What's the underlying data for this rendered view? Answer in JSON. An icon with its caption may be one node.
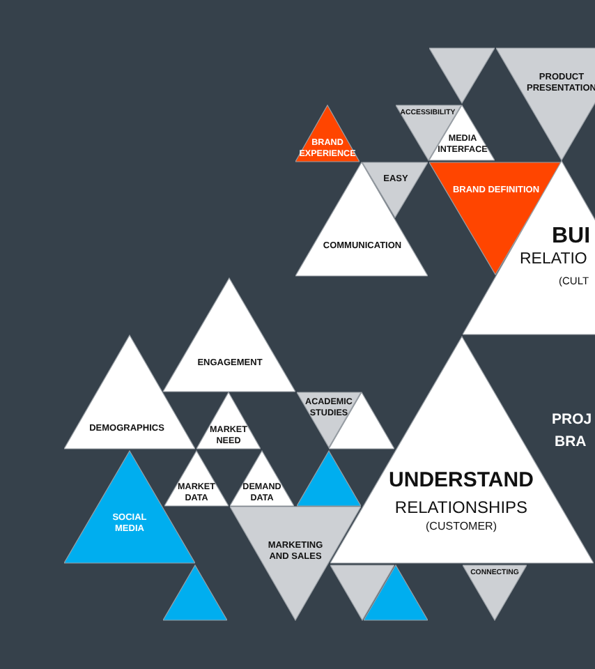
{
  "diagram": {
    "nodes": [
      {
        "text": [],
        "shape": "triangle"
      },
      {
        "text": [
          "PRODUCT PRESENTATION"
        ]
      },
      {
        "text": [
          "ACCESSIBILITY"
        ]
      },
      {
        "text": [
          "MEDIA INTERFACE"
        ]
      },
      {
        "text": [
          "BRAND EXPERIENCE"
        ]
      },
      {
        "text": [
          "EASY"
        ]
      },
      {
        "text": [
          "BRAND DEFINITION"
        ]
      },
      {
        "text": [
          "COMMUNICATION"
        ]
      },
      {
        "text": [
          "BUI",
          "RELATIO",
          "(CULT"
        ]
      },
      {
        "text": [
          "ENGAGEMENT"
        ]
      },
      {
        "text": [
          "ACADEMIC STUDIES"
        ]
      },
      {
        "text": [],
        "shape": "triangle"
      },
      {
        "text": [
          "DEMOGRAPHICS"
        ]
      },
      {
        "text": [
          "MARKET NEED"
        ]
      },
      {
        "text": [
          "UNDERSTAND",
          "RELATIONSHIPS",
          "(CUSTOMER)"
        ]
      },
      {
        "text": [
          "SOCIAL MEDIA"
        ]
      },
      {
        "text": [
          "MARKET DATA"
        ]
      },
      {
        "text": [
          "DEMAND DATA"
        ]
      },
      {
        "text": [],
        "shape": "triangle"
      },
      {
        "text": [
          "MARKETING AND SALES"
        ]
      },
      {
        "text": [],
        "shape": "triangle"
      },
      {
        "text": [],
        "shape": "triangle"
      },
      {
        "text": [],
        "shape": "triangle"
      },
      {
        "text": [
          "CONNECTING"
        ]
      }
    ],
    "labels": [
      "PROJ",
      "BRA"
    ]
  }
}
